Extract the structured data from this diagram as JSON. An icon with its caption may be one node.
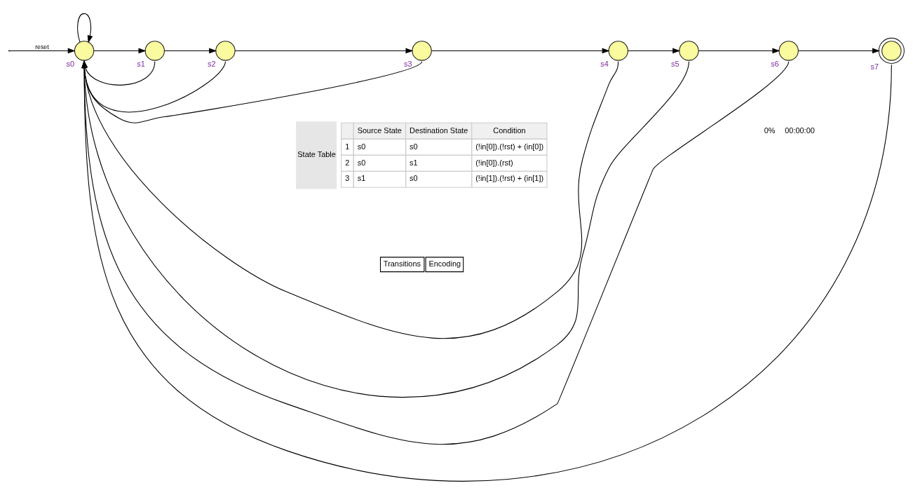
{
  "diagram": {
    "nodes": [
      {
        "text": [],
        "shape": "circle",
        "beside": [
          "s0"
        ]
      },
      {
        "text": [],
        "shape": "circle",
        "beside": [
          "s1"
        ]
      },
      {
        "text": [],
        "shape": "circle",
        "beside": [
          "s2"
        ]
      },
      {
        "text": [],
        "shape": "circle",
        "beside": [
          "s3"
        ]
      },
      {
        "text": [],
        "shape": "circle",
        "beside": [
          "s4"
        ]
      },
      {
        "text": [],
        "shape": "circle",
        "beside": [
          "s5"
        ]
      },
      {
        "text": [],
        "shape": "circle",
        "beside": [
          "s6"
        ]
      },
      {
        "text": [],
        "shape": "doublecircle",
        "beside": [
          "s7"
        ]
      }
    ],
    "edges": [
      {
        "from": null,
        "to": 0,
        "arrow": "to",
        "label": "reset"
      },
      {
        "from": 0,
        "to": 0,
        "arrow": "to"
      },
      {
        "from": 0,
        "to": 1,
        "arrow": "to"
      },
      {
        "from": 1,
        "to": 2,
        "arrow": "to"
      },
      {
        "from": 2,
        "to": 3,
        "arrow": "to"
      },
      {
        "from": 3,
        "to": 4,
        "arrow": "to"
      },
      {
        "from": 4,
        "to": 5,
        "arrow": "to"
      },
      {
        "from": 5,
        "to": 6,
        "arrow": "to"
      },
      {
        "from": 6,
        "to": 7,
        "arrow": "to"
      },
      {
        "from": 1,
        "to": 0,
        "arrow": "to"
      },
      {
        "from": 2,
        "to": 0,
        "arrow": "to"
      },
      {
        "from": 3,
        "to": 0,
        "arrow": "to"
      },
      {
        "from": 4,
        "to": 0,
        "arrow": "to"
      },
      {
        "from": 5,
        "to": 0,
        "arrow": "to"
      },
      {
        "from": 6,
        "to": 0,
        "arrow": "to"
      },
      {
        "from": 7,
        "to": 0,
        "arrow": "to"
      }
    ],
    "labels": [
      "State Table",
      "Source State",
      "Destination State",
      "Condition",
      "1",
      "s0",
      "s0",
      "(!in[0]).(!rst) + (in[0])",
      "2",
      "s0",
      "s1",
      "(!in[0]).(rst)",
      "3",
      "s1",
      "s0",
      "(!in[1]).(!rst) + (in[1])",
      "Transitions",
      "Encoding",
      "0%",
      "00:00:00"
    ]
  }
}
